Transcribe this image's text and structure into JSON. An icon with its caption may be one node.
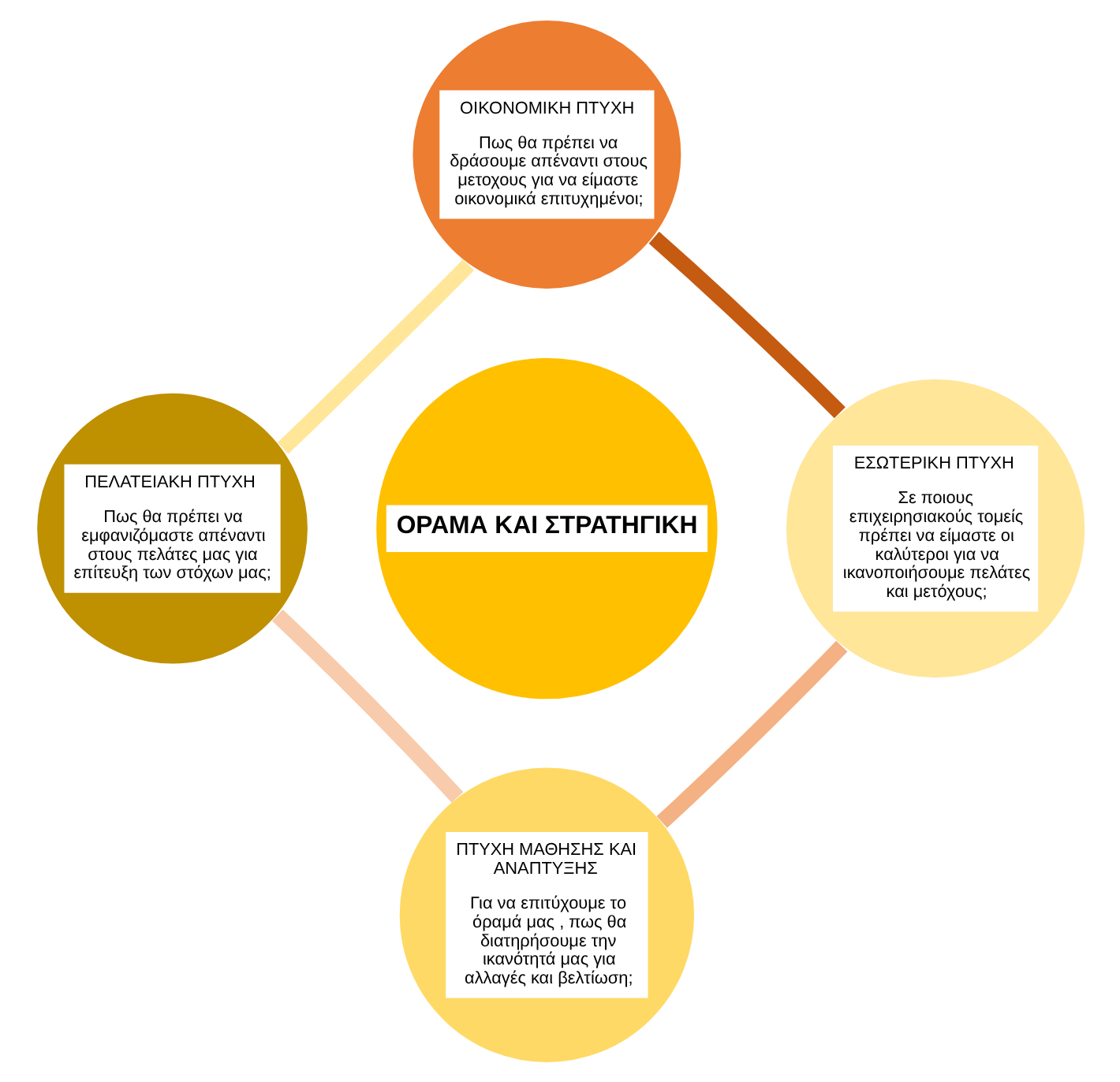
{
  "diagram": {
    "nodes": [
      {
        "text": [
          "ΟΙΚΟΝΟΜΙΚΗ ΠΤΥΧΗ",
          "Πως θα πρέπει να δράσουμε απέναντι στους μετοχους για να είμαστε οικονομικά επιτυχημένοι;"
        ]
      },
      {
        "text": [
          "ΠΕΛΑΤΕΙΑΚΗ ΠΤΥΧΗ",
          "Πως θα πρέπει να εμφανιζόμαστε απέναντι στους πελάτες μας για επίτευξη των στόχων μας;"
        ]
      },
      {
        "text": [
          "ΟΡΑΜΑ ΚΑΙ ΣΤΡΑΤΗΓΙΚΗ"
        ]
      },
      {
        "text": [
          "ΕΣΩΤΕΡΙΚΗ ΠΤΥΧΗ",
          "Σε ποιους επιχειρησιακούς τομείς πρέπει να είμαστε οι καλύτεροι για να ικανοποιήσουμε πελάτες και μετόχους;"
        ]
      },
      {
        "text": [
          "ΠΤΥΧΗ ΜΑΘΗΣΗΣ ΚΑΙ ΑΝΑΠΤΥΞΗΣ",
          "Για να επιτύχουμε το όραμά μας , πως θα διατηρήσουμε την ικανότητά μας για αλλαγές και βελτίωση;"
        ]
      }
    ],
    "edges": [
      {
        "from": 0,
        "to": 3,
        "arrow": "none",
        "color": "#c55a11"
      },
      {
        "from": 3,
        "to": 4,
        "arrow": "none",
        "color": "#f4b183"
      },
      {
        "from": 4,
        "to": 1,
        "arrow": "none",
        "color": "#f8cbad"
      },
      {
        "from": 1,
        "to": 0,
        "arrow": "none",
        "color": "#ffe699"
      }
    ]
  }
}
